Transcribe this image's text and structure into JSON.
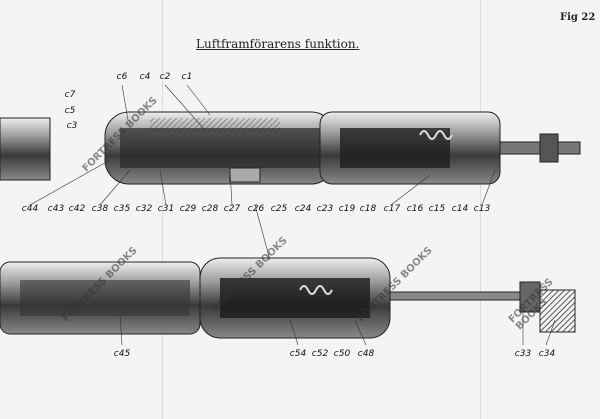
{
  "header": {
    "title": "Luftframförarens funktion.",
    "figure": "Fig 22"
  },
  "upper_labels_top": [
    "c6",
    "c4",
    "c2",
    "c1"
  ],
  "upper_labels_left": [
    "c7",
    "c5",
    "c3"
  ],
  "upper_labels_bottom": [
    "c44",
    "c43",
    "c42",
    "c38",
    "c35",
    "c32",
    "c31",
    "c29",
    "c28",
    "c27",
    "c26",
    "c25",
    "c24",
    "c23",
    "c19",
    "c18",
    "c17",
    "c16",
    "c15",
    "c14",
    "c13"
  ],
  "lower_labels": [
    "c45",
    "c54",
    "c52",
    "c50",
    "c48",
    "c33",
    "c34"
  ],
  "watermark": "FORTRESS BOOKS"
}
